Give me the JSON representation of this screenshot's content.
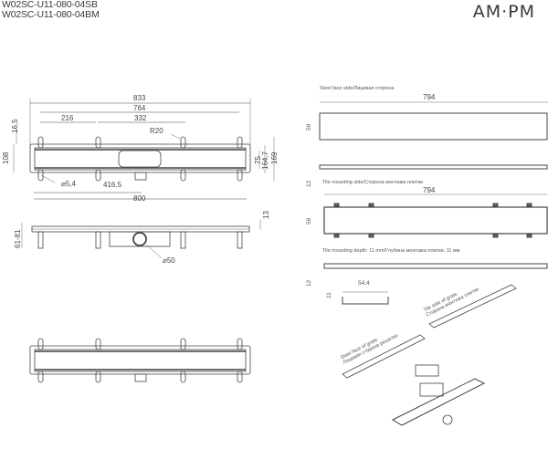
{
  "header": {
    "models": [
      "W02SC-U11-080-04SB",
      "W02SC-U11-080-04BM"
    ],
    "logo": "AM·PM"
  },
  "top_view": {
    "dims": {
      "overall": "833",
      "inner": "764",
      "left_offset": "216",
      "mid_span": "332",
      "radius": "R20",
      "height_left": "108",
      "flange": "16,5",
      "hole_dia": "⌀5,4",
      "outlet_offset": "416.5",
      "channel_length": "800",
      "grate_width": "75",
      "outer_width_1": "164,7",
      "outer_width_2": "169"
    }
  },
  "side_view": {
    "dims": {
      "height_range": "61-81",
      "frame_height": "13",
      "outlet_dia": "⌀50"
    }
  },
  "grate": {
    "steel_face_caption": "Steel face side/Лицевая сторона",
    "steel_face_length": "794",
    "steel_face_width": "59",
    "steel_face_thickness": "12",
    "tile_side_caption": "Tile mounting side/Сторона монтажа плитки",
    "tile_side_length": "794",
    "tile_side_width": "59",
    "tile_depth_caption": "Tile mounting depth: 11 mm/Глубина монтажа плитки: 11 мм",
    "tile_depth_thickness": "12",
    "profile_width": "54,4",
    "profile_depth": "11"
  },
  "exploded": {
    "tile_label_en": "Tile side of grate",
    "tile_label_ru": "Сторона монтажа плитки",
    "steel_label_en": "Steel face of grate",
    "steel_label_ru": "Лицевая сторона решетки"
  }
}
